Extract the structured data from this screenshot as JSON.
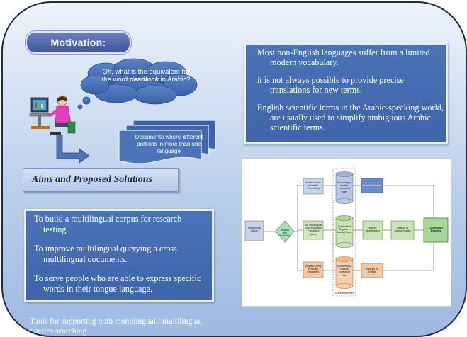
{
  "motivation": {
    "title": "Motivation:"
  },
  "cloud": {
    "text_before": "Oh, what is the equivalent for the word ",
    "term": "deadlock",
    "text_after": " in Arabic?"
  },
  "documents": {
    "text": "Documents where different portions in more than one language"
  },
  "aims": {
    "title": "Aims and Proposed Solutions"
  },
  "motivation_points": [
    "Most non-English languages suffer from a limited modern vocabulary.",
    "it is not always possible to provide precise translations for new terms.",
    "English scientific terms in the Arabic-speaking world, are usually used to simplify ambiguous Arabic scientific terms."
  ],
  "aims_points": [
    "To  build a multilingual corpus for research testing.",
    "To improve multilingual querying a cross multilingual documents.",
    "To serve people who are able to express specific words in their tongue language."
  ],
  "tools_text": "Tools for  supporting both  monolingual / multilingual queries searching.",
  "flowchart": {
    "multilingual_query": "Multilingual Query",
    "analysis": "Analysis and Translation",
    "arabic_query": "Arabic Query (Partially Translated)",
    "big_query": "Big Multilingual Bi-directionally Translated Query",
    "english_query": "English Query (Partially translated)",
    "arabic_index": "Monolingual (Arabic collection) Index",
    "central_index": "Centralized (English + Arabic) Index",
    "english_index": "Monolingual (English collection) Index",
    "combined_index": "Combined Index",
    "results_arabic": "Results in Arabic",
    "weight_mod": "Weight Modification",
    "results_ar_en": "Results in Arabic/English",
    "results_english": "Results in English",
    "combined_results": "Combined Results"
  },
  "colors": {
    "accent_blue": "#4b73b8",
    "frame": "#1f2a44"
  }
}
